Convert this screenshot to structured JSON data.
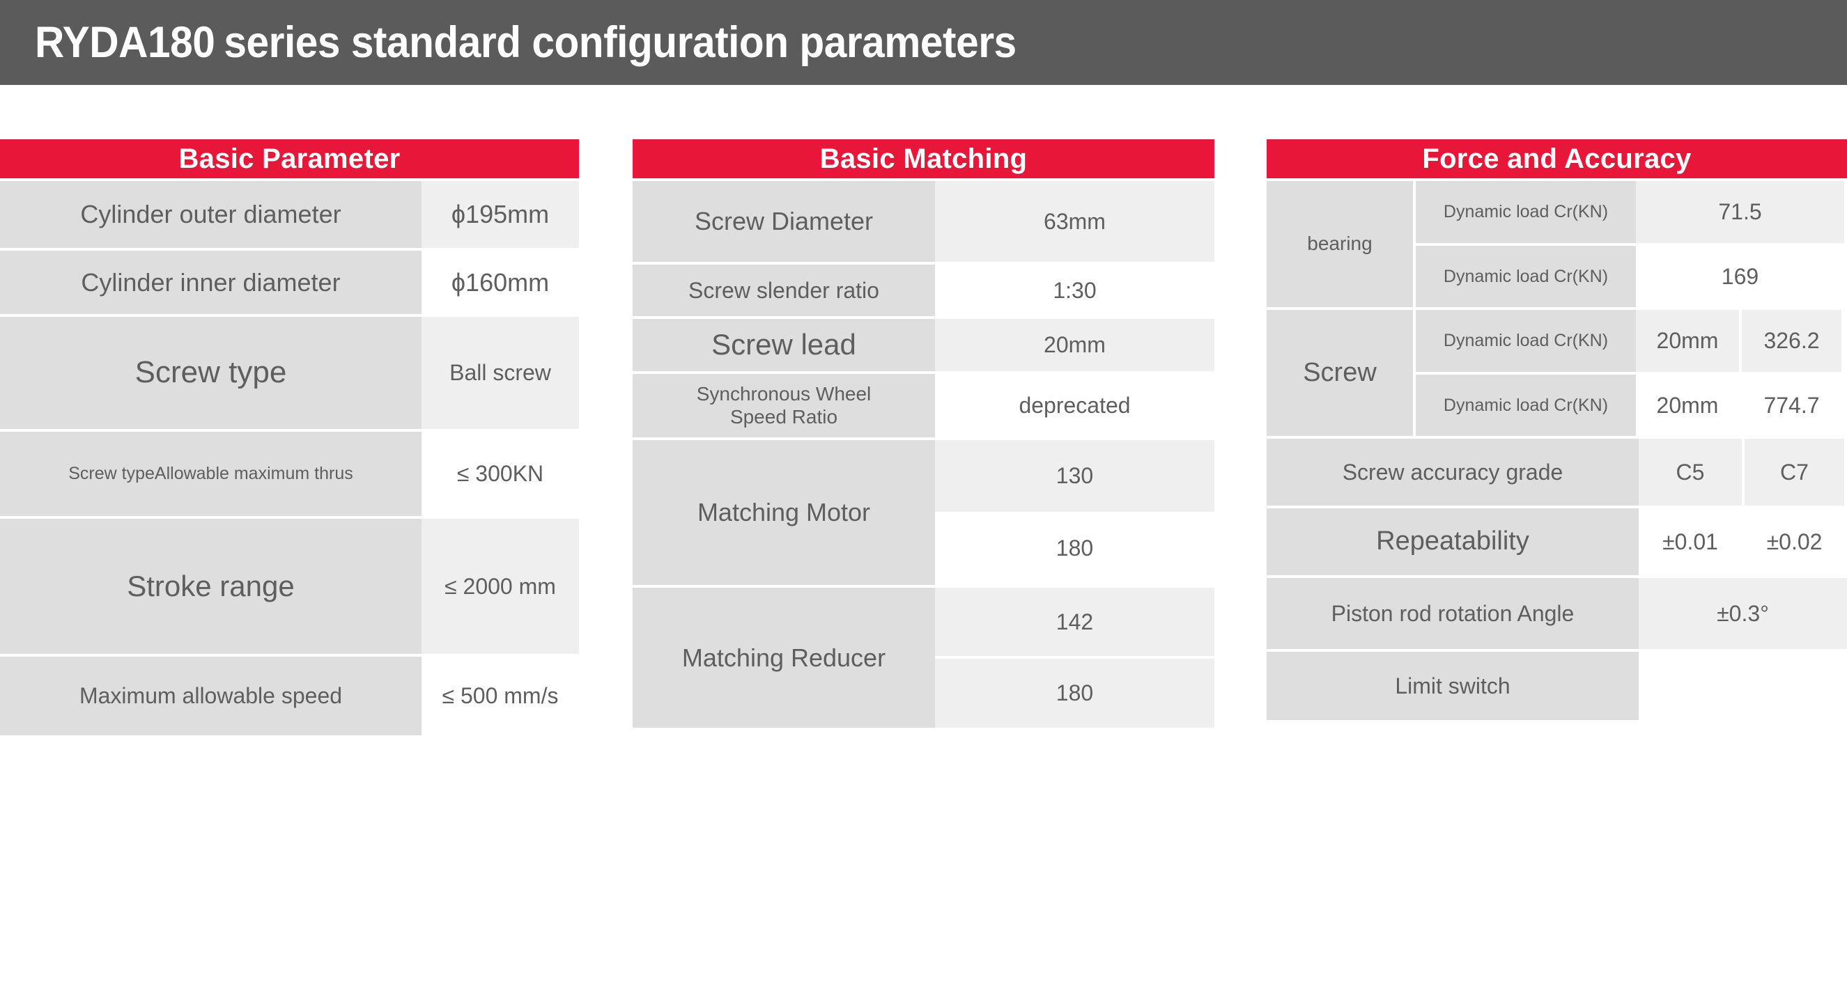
{
  "header": {
    "model": "RYDA180",
    "title": "series standard configuration parameters",
    "bar_color": "#5b5b5b",
    "text_color": "#ffffff"
  },
  "theme": {
    "accent_red": "#E8173A",
    "label_bg": "#dedede",
    "value_bg_alt": "#efefef",
    "value_bg": "#ffffff",
    "text_gray": "#5e5e5e"
  },
  "tables": [
    {
      "id": "basic-parameter",
      "title": "Basic Parameter",
      "rows": [
        {
          "label": "Cylinder outer diameter",
          "value": "ϕ195mm"
        },
        {
          "label": "Cylinder inner diameter",
          "value": "ϕ160mm"
        },
        {
          "label": "Screw type",
          "value": "Ball screw"
        },
        {
          "label": "Screw typeAllowable maximum thrus",
          "value": "≤ 300KN"
        },
        {
          "label": "Stroke range",
          "value": "≤ 2000 mm"
        },
        {
          "label": "Maximum allowable speed",
          "value": "≤ 500 mm/s"
        }
      ]
    },
    {
      "id": "basic-matching",
      "title": "Basic Matching",
      "rows": [
        {
          "label": "Screw Diameter",
          "value": "63mm"
        },
        {
          "label": "Screw slender ratio",
          "value": "1:30"
        },
        {
          "label": "Screw lead",
          "value": "20mm"
        },
        {
          "label_line1": "Synchronous Wheel",
          "label_line2": "Speed Ratio",
          "value": "deprecated"
        },
        {
          "label": "Matching Motor",
          "values": [
            "130",
            "180"
          ]
        },
        {
          "label": "Matching Reducer",
          "values": [
            "142",
            "180"
          ]
        }
      ]
    },
    {
      "id": "force-accuracy",
      "title": "Force and Accuracy",
      "groups": [
        {
          "group": "bearing",
          "rows": [
            {
              "sub": "Dynamic load Cr(KN)",
              "value_full": "71.5"
            },
            {
              "sub": "Dynamic load Cr(KN)",
              "value_full": "169"
            }
          ]
        },
        {
          "group": "Screw",
          "rows": [
            {
              "sub": "Dynamic load Cr(KN)",
              "value1": "20mm",
              "value2": "326.2"
            },
            {
              "sub": "Dynamic load Cr(KN)",
              "value1": "20mm",
              "value2": "774.7"
            }
          ]
        }
      ],
      "plain_rows": [
        {
          "label": "Screw accuracy grade",
          "value1": "C5",
          "value2": "C7"
        },
        {
          "label": "Repeatability",
          "value1": "±0.01",
          "value2": "±0.02"
        },
        {
          "label": "Piston rod rotation Angle",
          "value_full": "±0.3°"
        },
        {
          "label": "Limit switch",
          "value_full": ""
        }
      ]
    }
  ]
}
